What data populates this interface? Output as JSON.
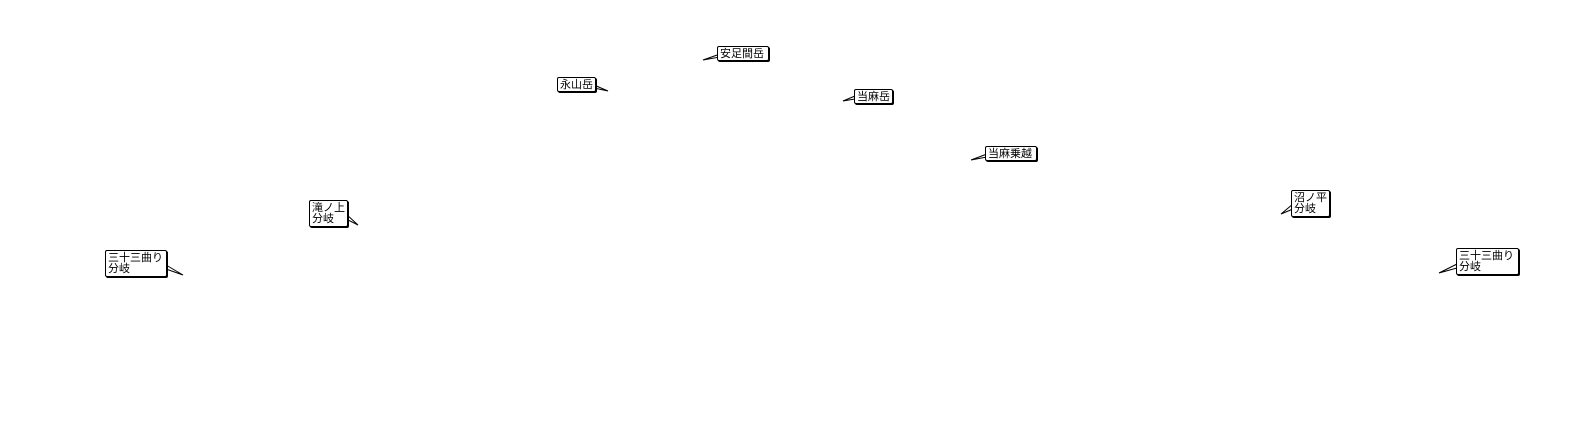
{
  "profile_labels": [
    {
      "id": "ashitakadake",
      "lines": [
        "安足間岳"
      ]
    },
    {
      "id": "eizandake",
      "lines": [
        "永山岳"
      ]
    },
    {
      "id": "taimadake",
      "lines": [
        "当麻岳"
      ]
    },
    {
      "id": "taima-norikoshi",
      "lines": [
        "当麻乗越"
      ]
    },
    {
      "id": "takinoue-junction",
      "lines": [
        "滝ノ上",
        "分岐"
      ]
    },
    {
      "id": "sanjusanmagari-junction-west",
      "lines": [
        "三十三曲り",
        "分岐"
      ]
    },
    {
      "id": "numanotaira-junction",
      "lines": [
        "沼ノ平",
        "分岐"
      ]
    },
    {
      "id": "sanjusanmagari-junction-east",
      "lines": [
        "三十三曲り",
        "分岐"
      ]
    }
  ]
}
